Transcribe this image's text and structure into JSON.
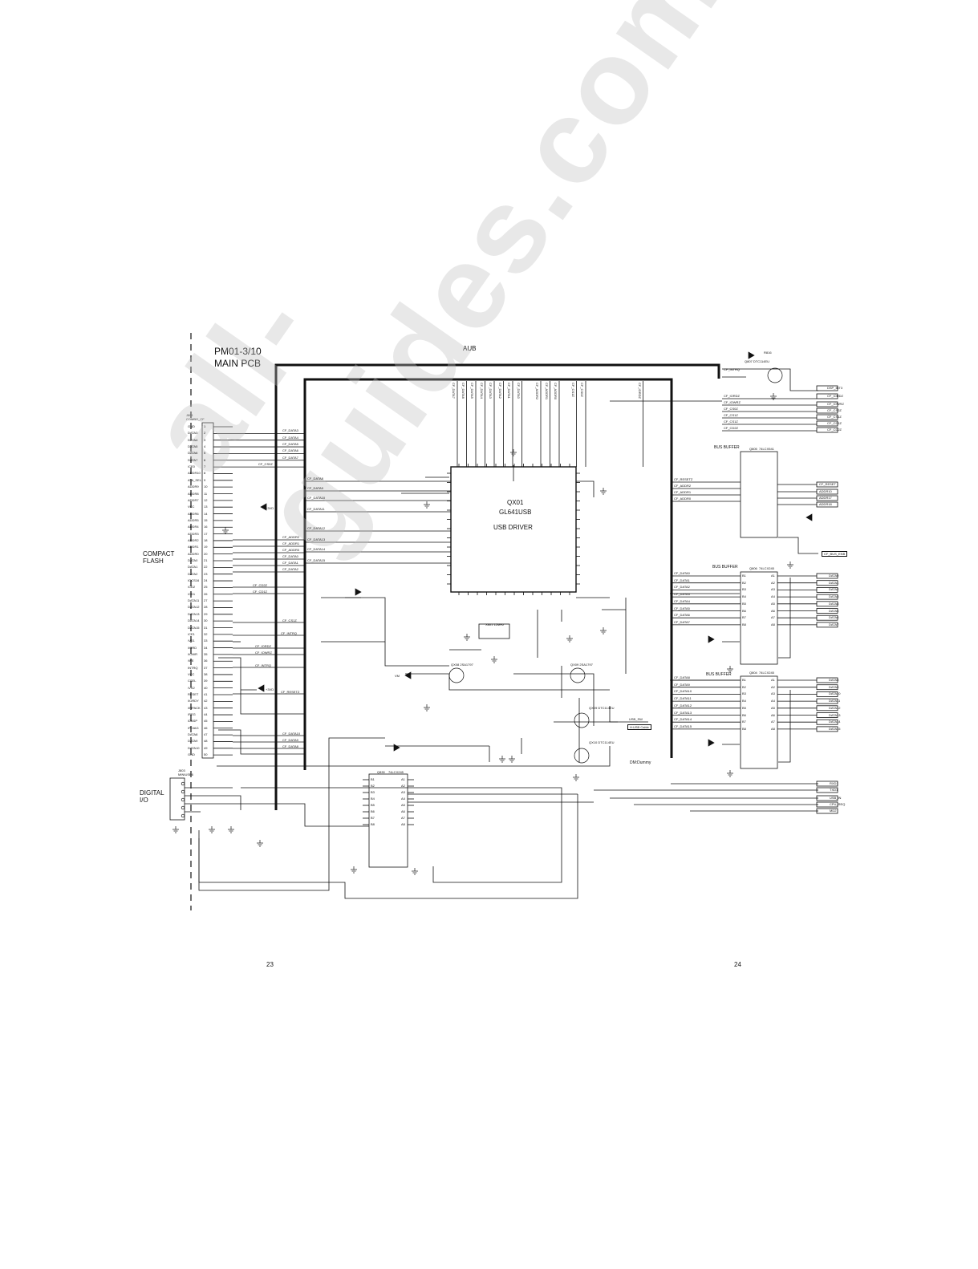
{
  "header": {
    "board_id": "PM01-3/10",
    "board_name": "MAIN PCB",
    "bus_label": "AUB"
  },
  "sections": {
    "compact_flash_l1": "COMPACT",
    "compact_flash_l2": "FLASH",
    "digital_io_l1": "DIGITAL",
    "digital_io_l2": "I/O"
  },
  "usb_driver": {
    "ref": "QX01",
    "part": "GL641USB",
    "label": "USB DRIVER"
  },
  "bus_buffers": [
    {
      "title": "BUS BUFFER",
      "ref": "Q805",
      "part": "74LCX541"
    },
    {
      "title": "BUS BUFFER",
      "ref": "Q806",
      "part": "74LCX245"
    },
    {
      "title": "BUS BUFFER",
      "ref": "Q804",
      "part": "74LCX245"
    }
  ],
  "lower_buffer": {
    "ref": "Q830",
    "part": "74LCX245"
  },
  "connectors": {
    "cf": {
      "ref": "J801",
      "part": "COMBO_CF"
    },
    "dio": {
      "ref": "J803",
      "part": "MINIUSB6"
    }
  },
  "cf_pins": [
    "GND",
    "DATA3",
    "DATA4",
    "DATA5",
    "DATA6",
    "DATA7",
    "/CE0",
    "ADDR10",
    "ATA_SEL",
    "ADDR9",
    "ADDR8",
    "ADDR7",
    "VCC",
    "ADDR6",
    "ADDR5",
    "ADDR4",
    "ADDR3",
    "ADDR2",
    "ADDR1",
    "ADDR0",
    "DATA0",
    "DATA1",
    "DATA2",
    "IOCS16",
    "/CD2",
    "/CD1",
    "DATA11",
    "DATA12",
    "DATA13",
    "DATA14",
    "DATA15",
    "/CE1",
    "/VS1",
    "/IORD",
    "/IOWR",
    "/WE",
    "INTRQ",
    "VCC",
    "CSEL",
    "/VS2",
    "RESET",
    "/IORDY",
    "/INPACK",
    "/REG",
    "/DASP",
    "/PDIAG",
    "DATA8",
    "DATA9",
    "DATA10",
    "GND"
  ],
  "cf_nets": [
    "CF_DATA3",
    "CF_DATA4",
    "CF_DATA5",
    "CF_DATA6",
    "CF_DATA7",
    "CF_CS0Z"
  ],
  "qx01_left_nets": [
    "CF_DATA8",
    "CF_DATA9",
    "CF_DATA10",
    "CF_DATA11",
    "CF_DATA12",
    "CF_DATA13",
    "CF_DATA14",
    "CF_DATA15"
  ],
  "qx01_addr_nets": [
    "CF_ADDR2",
    "CF_ADDR1",
    "CF_ADDR0",
    "CF_DATA0",
    "CF_DATA1",
    "CF_DATA2"
  ],
  "qx01_top_nets": [
    "CF_DATA7",
    "CF_DATA6",
    "CF_DATA5",
    "CF_DATA4",
    "CF_DATA3",
    "CF_DATA2",
    "CF_DATA1",
    "CF_DATA0",
    "CF_ADDR2",
    "CF_ADDR1",
    "CF_ADDR0",
    "CF_CS1Z",
    "CF_CS0Z",
    "CF_IORDZ"
  ],
  "top_right_nets": [
    "CF_IORDZ",
    "CF_IOWRZ",
    "CF_CS0Z",
    "CF_CS1Z",
    "CF_CS1Z",
    "CF_CD2Z"
  ],
  "top_right_outputs": [
    "DSP_INT3",
    "CF_IORDZ",
    "CF_IOWRZ",
    "CF_CS0Z",
    "CF_CS1Z",
    "CF_CD1Z",
    "CF_CD2Z"
  ],
  "q805_inputs": [
    "CF_RESETZ",
    "CF_ADDR2",
    "CF_ADDR1",
    "CF_ADDR0"
  ],
  "q805_outputs": [
    "CF_RESET",
    "ADDR10",
    "ADDR17",
    "ADDR18"
  ],
  "bus_enb": "CF_BUS_ENB",
  "q806_inputs": [
    "CF_DATA0",
    "CF_DATA1",
    "CF_DATA2",
    "CF_DATA3",
    "CF_DATA4",
    "CF_DATA5",
    "CF_DATA6",
    "CF_DATA7"
  ],
  "q806_outputs": [
    "DATA0",
    "DATA1",
    "DATA2",
    "DATA3",
    "DATA4",
    "DATA5",
    "DATA6",
    "DATA7"
  ],
  "q804_inputs": [
    "CF_DATA8",
    "CF_DATA9",
    "CF_DATA10",
    "CF_DATA11",
    "CF_DATA12",
    "CF_DATA13",
    "CF_DATA14",
    "CF_DATA15"
  ],
  "q804_outputs": [
    "DATA8",
    "DATA9",
    "DATA10",
    "DATA11",
    "DATA12",
    "DATA13",
    "DATA14",
    "DATA15"
  ],
  "dio_outputs": [
    "RXD1",
    "TXD1",
    "USB_IN",
    "CPU_REQ",
    "MD2"
  ],
  "cf_misc_nets": [
    "CF_CD2Z",
    "CF_CD1Z",
    "CF_CS1Z",
    "CF_INTRQ",
    "CF_IORDZ",
    "CF_IOWRZ",
    "CF_INTRQ",
    "CF_RESETZ",
    "CF_DATA10",
    "CF_DATA9",
    "CF_DATA8"
  ],
  "parts": {
    "q807": "Q807 DTC114EU",
    "r816": "R816",
    "q808": "QX08 2SA1797",
    "q809": "QX09 2SA1797",
    "q810": "QX10 DTC114EU",
    "qx09b": "QX09 DTC114EU",
    "x801": "X801 12MHz",
    "dl": "DM:Dummy",
    "usb_sw": "USB_SW",
    "usb_conn": "H:USB Cable",
    "inp_3v": "+3VD",
    "vm": "VM"
  },
  "page_numbers": {
    "left": "23",
    "right": "24"
  },
  "watermark": "all-guides.com"
}
